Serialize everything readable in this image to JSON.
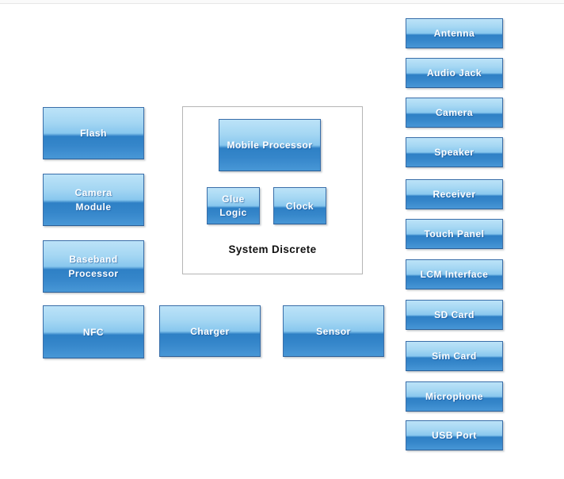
{
  "canvas": {
    "background": "#ffffff"
  },
  "colors": {
    "node_border": "#396ea9",
    "node_gradient_top": "#bce3f8",
    "node_gradient_gloss_upper": "#88c7ee",
    "node_gradient_gloss_lower": "#2e80c5",
    "node_gradient_bottom": "#4897d6",
    "node_text": "#ffffff",
    "container_border": "#b5b5b5",
    "container_label_color": "#111111"
  },
  "left_column": [
    {
      "label": "Flash"
    },
    {
      "label": "Camera\nModule"
    },
    {
      "label": "Baseband\nProcessor"
    },
    {
      "label": "NFC"
    }
  ],
  "system_discrete": {
    "label": "System Discrete",
    "boxes": [
      {
        "label": "Mobile Processor"
      },
      {
        "label": "Glue\nLogic"
      },
      {
        "label": "Clock"
      }
    ]
  },
  "bottom_row": [
    {
      "label": "Charger"
    },
    {
      "label": "Sensor"
    }
  ],
  "right_column": [
    {
      "label": "Antenna"
    },
    {
      "label": "Audio Jack"
    },
    {
      "label": "Camera"
    },
    {
      "label": "Speaker"
    },
    {
      "label": "Receiver"
    },
    {
      "label": "Touch Panel"
    },
    {
      "label": "LCM Interface"
    },
    {
      "label": "SD Card"
    },
    {
      "label": "Sim Card"
    },
    {
      "label": "Microphone"
    },
    {
      "label": "USB Port"
    }
  ]
}
